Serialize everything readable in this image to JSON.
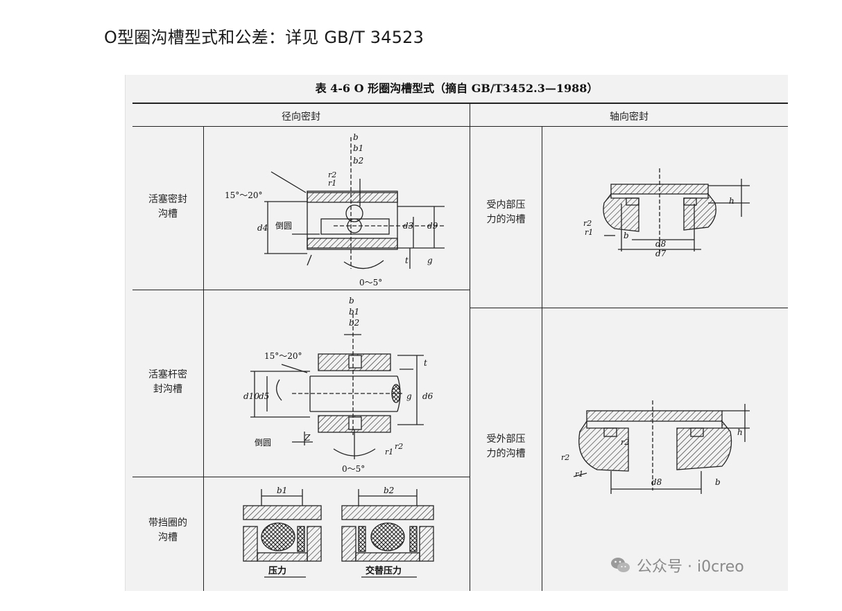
{
  "page": {
    "heading": "O型圈沟槽型式和公差：详见 GB/T 34523"
  },
  "table": {
    "title": "表 4-6    O 形圈沟槽型式（摘自 GB/T3452.3—1988）",
    "left_header": "径向密封",
    "right_header": "轴向密封",
    "rows_left": [
      {
        "label_line1": "活塞密封",
        "label_line2": "沟槽"
      },
      {
        "label_line1": "活塞杆密",
        "label_line2": "封沟槽"
      },
      {
        "label_line1": "带挡圈的",
        "label_line2": "沟槽"
      }
    ],
    "rows_right": [
      {
        "label_line1": "受内部压",
        "label_line2": "力的沟槽"
      },
      {
        "label_line1": "受外部压",
        "label_line2": "力的沟槽"
      }
    ]
  },
  "figures": {
    "piston": {
      "angle": "15°～20°",
      "chamfer": "倒圆",
      "tilt": "0～5°",
      "b": "b",
      "b1": "b1",
      "b2": "b2",
      "r2": "r2",
      "r1": "r1",
      "d4": "d4",
      "d3": "d3",
      "d9": "d9",
      "t": "t",
      "g": "g"
    },
    "rod": {
      "angle": "15°～20°",
      "chamfer": "倒圆",
      "tilt": "0～5°",
      "z": "Z",
      "b": "b",
      "b1": "b1",
      "b2": "b2",
      "d10": "d10",
      "d5": "d5",
      "d6": "d6",
      "t": "t",
      "g": "g",
      "r1": "r1",
      "r2": "r2"
    },
    "backup": {
      "b1": "b1",
      "b2": "b2",
      "caption_left": "压力",
      "caption_right": "交替压力"
    },
    "axial_internal": {
      "h": "h",
      "r2": "r2",
      "r1": "r1",
      "b": "b",
      "d8": "d8",
      "d7": "d7"
    },
    "axial_external": {
      "h": "h",
      "r2": "r2",
      "r1": "r1",
      "b": "b",
      "d8": "d8"
    }
  },
  "watermark": {
    "text": "公众号 · i0creo"
  }
}
